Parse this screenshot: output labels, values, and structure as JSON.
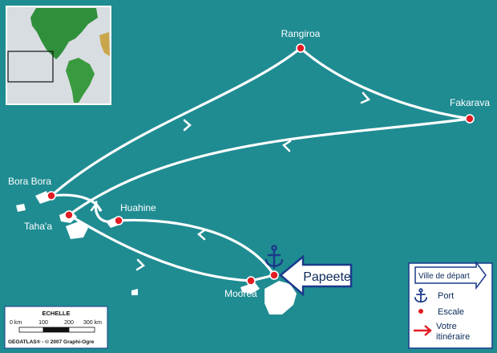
{
  "places": {
    "rangiroa": "Rangiroa",
    "fakarava": "Fakarava",
    "bora_bora": "Bora Bora",
    "tahaa": "Taha'a",
    "huahine": "Huahine",
    "moorea": "Moorea",
    "papeete": "Papeete"
  },
  "legend": {
    "title": "Ville de départ",
    "port": "Port",
    "escale": "Escale",
    "itineraire_line1": "Votre",
    "itineraire_line2": "itinéraire"
  },
  "scale": {
    "title": "ECHELLE",
    "ticks": [
      "0 km",
      "100",
      "200",
      "300 km"
    ],
    "credit": "GEOATLAS® - © 2007 Graphi-Ogre"
  },
  "colors": {
    "sea": "#1f8c92",
    "land": "#ffffff",
    "stop": "#e11c24",
    "route": "#ffffff",
    "accent": "#1a3a8a"
  }
}
